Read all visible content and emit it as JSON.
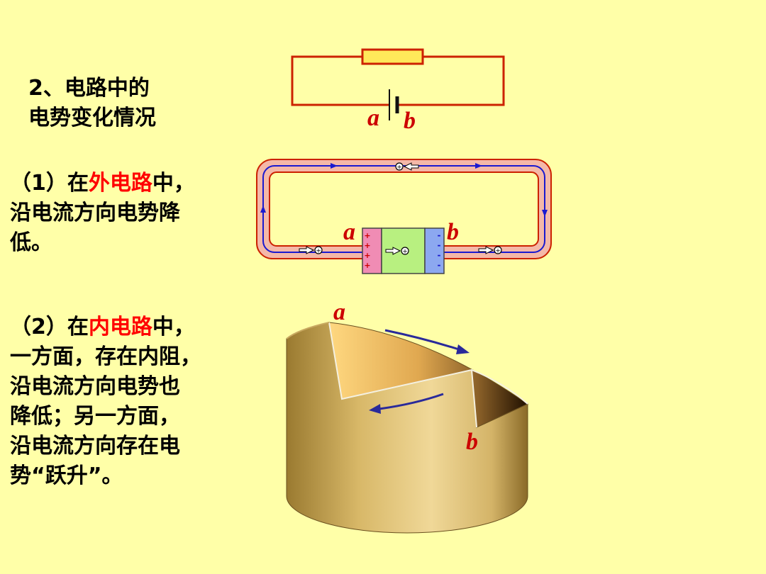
{
  "section": {
    "title_line1": "2、电路中的",
    "title_line2": "电势变化情况"
  },
  "part1": {
    "line1_prefix": "（1）在",
    "line1_highlight": "外电路",
    "line1_suffix": "中，",
    "line2": "沿电流方向电势降",
    "line3": "低。"
  },
  "part2": {
    "line1_prefix": "（2）在",
    "line1_highlight": "内电路",
    "line1_suffix": "中，",
    "line2": "一方面，存在内阻，",
    "line3": "沿电流方向电势也",
    "line4": "降低；另一方面，",
    "line5": "沿电流方向存在电",
    "line6": "势“跃升”。"
  },
  "diagram_labels": {
    "a": "a",
    "b": "b",
    "plus": "+",
    "minus": "-"
  },
  "colors": {
    "background": "#FFFFA8",
    "wire": "#CC2200",
    "current": "#1A1AD0",
    "positive_plate": "#F08CB4",
    "negative_plate": "#8CA8F0",
    "electrolyte": "#B8F080",
    "label": "#CC0000"
  }
}
